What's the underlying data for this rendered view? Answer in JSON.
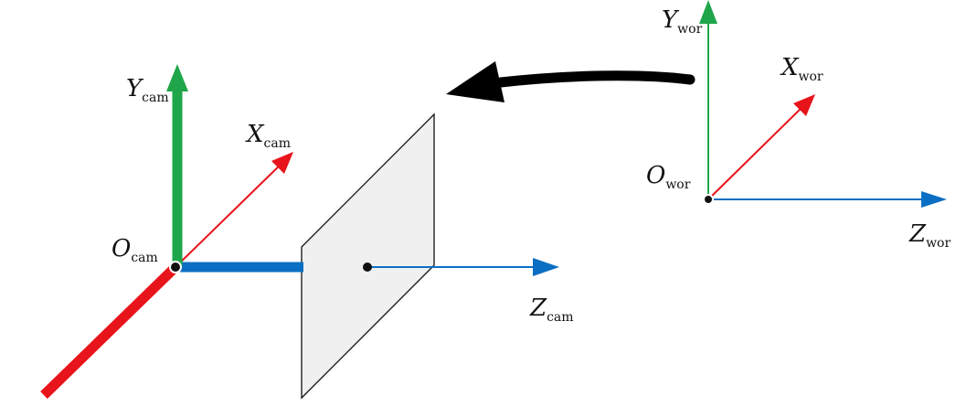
{
  "camera_frame": {
    "origin": {
      "main": "O",
      "sub": "cam"
    },
    "x_axis": {
      "main": "X",
      "sub": "cam"
    },
    "y_axis": {
      "main": "Y",
      "sub": "cam"
    },
    "z_axis": {
      "main": "Z",
      "sub": "cam"
    }
  },
  "world_frame": {
    "origin": {
      "main": "O",
      "sub": "wor"
    },
    "x_axis": {
      "main": "X",
      "sub": "wor"
    },
    "y_axis": {
      "main": "Y",
      "sub": "wor"
    },
    "z_axis": {
      "main": "Z",
      "sub": "wor"
    }
  },
  "colors": {
    "x_axis": "#e8141b",
    "y_axis": "#1fa64a",
    "z_axis": "#0a6fc2",
    "transform_arrow": "#000000",
    "image_plane_fill": "#f0f0f0"
  }
}
